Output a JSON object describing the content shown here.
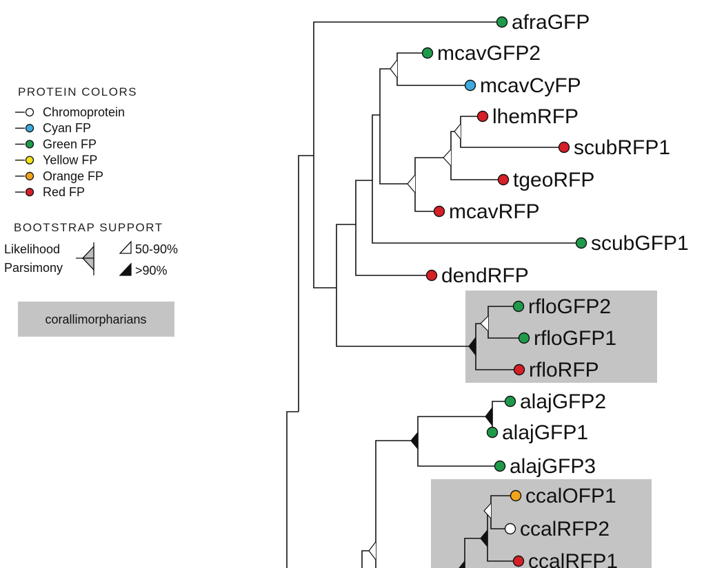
{
  "colors": {
    "chromoprotein": "#ffffff",
    "cyan": "#3fa9dd",
    "green": "#1f9a4b",
    "yellow": "#f2e21a",
    "orange": "#f0a519",
    "red": "#d42026",
    "shade": "#c4c4c4",
    "line": "#111111"
  },
  "legend": {
    "protein_title": "PROTEIN COLORS",
    "protein_items": [
      {
        "label": "Chromoprotein",
        "color_key": "chromoprotein"
      },
      {
        "label": "Cyan FP",
        "color_key": "cyan"
      },
      {
        "label": "Green FP",
        "color_key": "green"
      },
      {
        "label": "Yellow FP",
        "color_key": "yellow"
      },
      {
        "label": "Orange FP",
        "color_key": "orange"
      },
      {
        "label": "Red FP",
        "color_key": "red"
      }
    ],
    "bootstrap_title": "BOOTSTRAP SUPPORT",
    "likelihood_label": "Likelihood",
    "parsimony_label": "Parsimony",
    "range_moderate": "50-90%",
    "range_high": ">90%",
    "group_box_label": "corallimorpharians"
  },
  "tree": {
    "leaves": [
      {
        "name": "afraGFP",
        "color_key": "green"
      },
      {
        "name": "mcavGFP2",
        "color_key": "green"
      },
      {
        "name": "mcavCyFP",
        "color_key": "cyan"
      },
      {
        "name": "lhemRFP",
        "color_key": "red"
      },
      {
        "name": "scubRFP1",
        "color_key": "red"
      },
      {
        "name": "tgeoRFP",
        "color_key": "red"
      },
      {
        "name": "mcavRFP",
        "color_key": "red"
      },
      {
        "name": "scubGFP1",
        "color_key": "green"
      },
      {
        "name": "dendRFP",
        "color_key": "red"
      },
      {
        "name": "rfloGFP2",
        "color_key": "green"
      },
      {
        "name": "rfloGFP1",
        "color_key": "green"
      },
      {
        "name": "rfloRFP",
        "color_key": "red"
      },
      {
        "name": "alajGFP2",
        "color_key": "green"
      },
      {
        "name": "alajGFP1",
        "color_key": "green"
      },
      {
        "name": "alajGFP3",
        "color_key": "green"
      },
      {
        "name": "ccalOFP1",
        "color_key": "orange"
      },
      {
        "name": "ccalRFP2",
        "color_key": "chromoprotein"
      },
      {
        "name": "ccalRFP1",
        "color_key": "red"
      }
    ],
    "shaded_groups": [
      "corallimorpharians",
      "ccal"
    ]
  }
}
